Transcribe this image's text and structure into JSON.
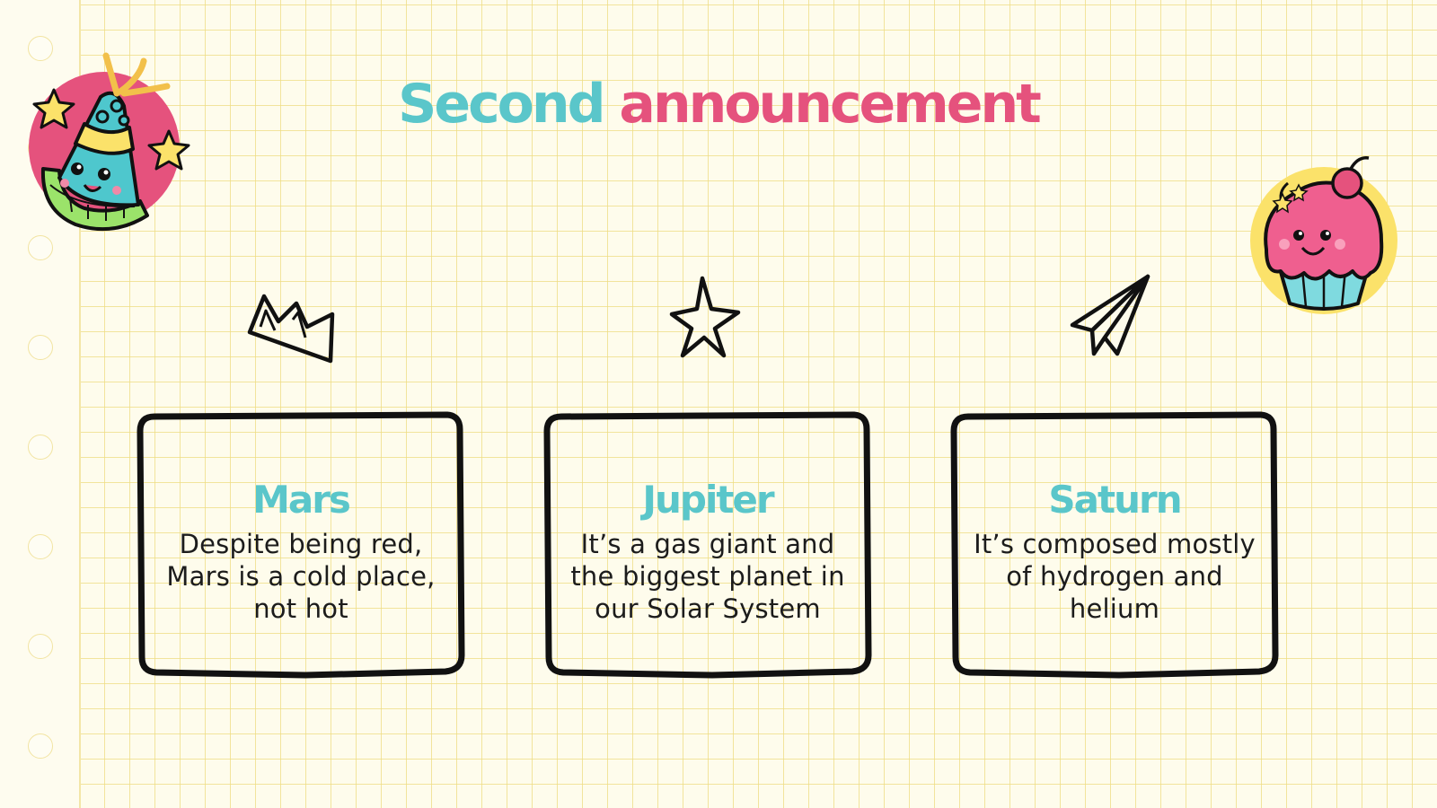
{
  "title": {
    "part1": "Second",
    "part2": "announcement"
  },
  "colors": {
    "teal": "#5ac6ca",
    "pink": "#e5527d",
    "yellow": "#fbe26a",
    "paper": "#fefcec",
    "grid": "#eedc82"
  },
  "cards": [
    {
      "icon": "crown-icon",
      "heading": "Mars",
      "text": "Despite being red, Mars is a cold place, not hot"
    },
    {
      "icon": "star-icon",
      "heading": "Jupiter",
      "text": "It’s a gas giant and the biggest planet in our Solar System"
    },
    {
      "icon": "paper-plane-icon",
      "heading": "Saturn",
      "text": "It’s composed mostly of hydrogen and helium"
    }
  ],
  "stickers": {
    "left": "party-hat-sticker",
    "right": "cupcake-sticker"
  }
}
